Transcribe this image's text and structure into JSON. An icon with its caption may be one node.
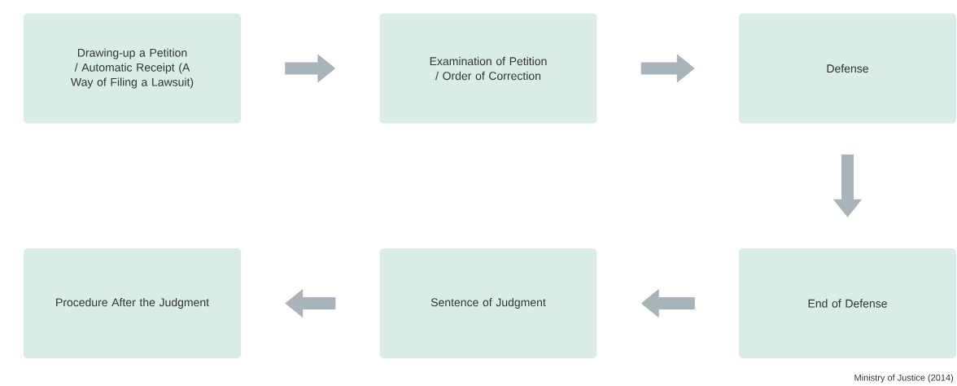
{
  "diagram": {
    "nodes": [
      {
        "text": [
          "Drawing-up a Petition / Automatic Receipt (A Way of Filing a Lawsuit)"
        ]
      },
      {
        "text": [
          "Examination of Petition / Order of Correction"
        ]
      },
      {
        "text": [
          "Defense"
        ]
      },
      {
        "text": [
          "End of Defense"
        ]
      },
      {
        "text": [
          "Sentence of Judgment"
        ]
      },
      {
        "text": [
          "Procedure After the Judgment"
        ]
      }
    ],
    "edges": [
      {
        "from": 0,
        "to": 1,
        "arrow": "to"
      },
      {
        "from": 1,
        "to": 2,
        "arrow": "to"
      },
      {
        "from": 2,
        "to": 3,
        "arrow": "to"
      },
      {
        "from": 3,
        "to": 4,
        "arrow": "to"
      },
      {
        "from": 4,
        "to": 5,
        "arrow": "to"
      }
    ],
    "labels": [
      "Ministry of Justice (2014)"
    ]
  }
}
